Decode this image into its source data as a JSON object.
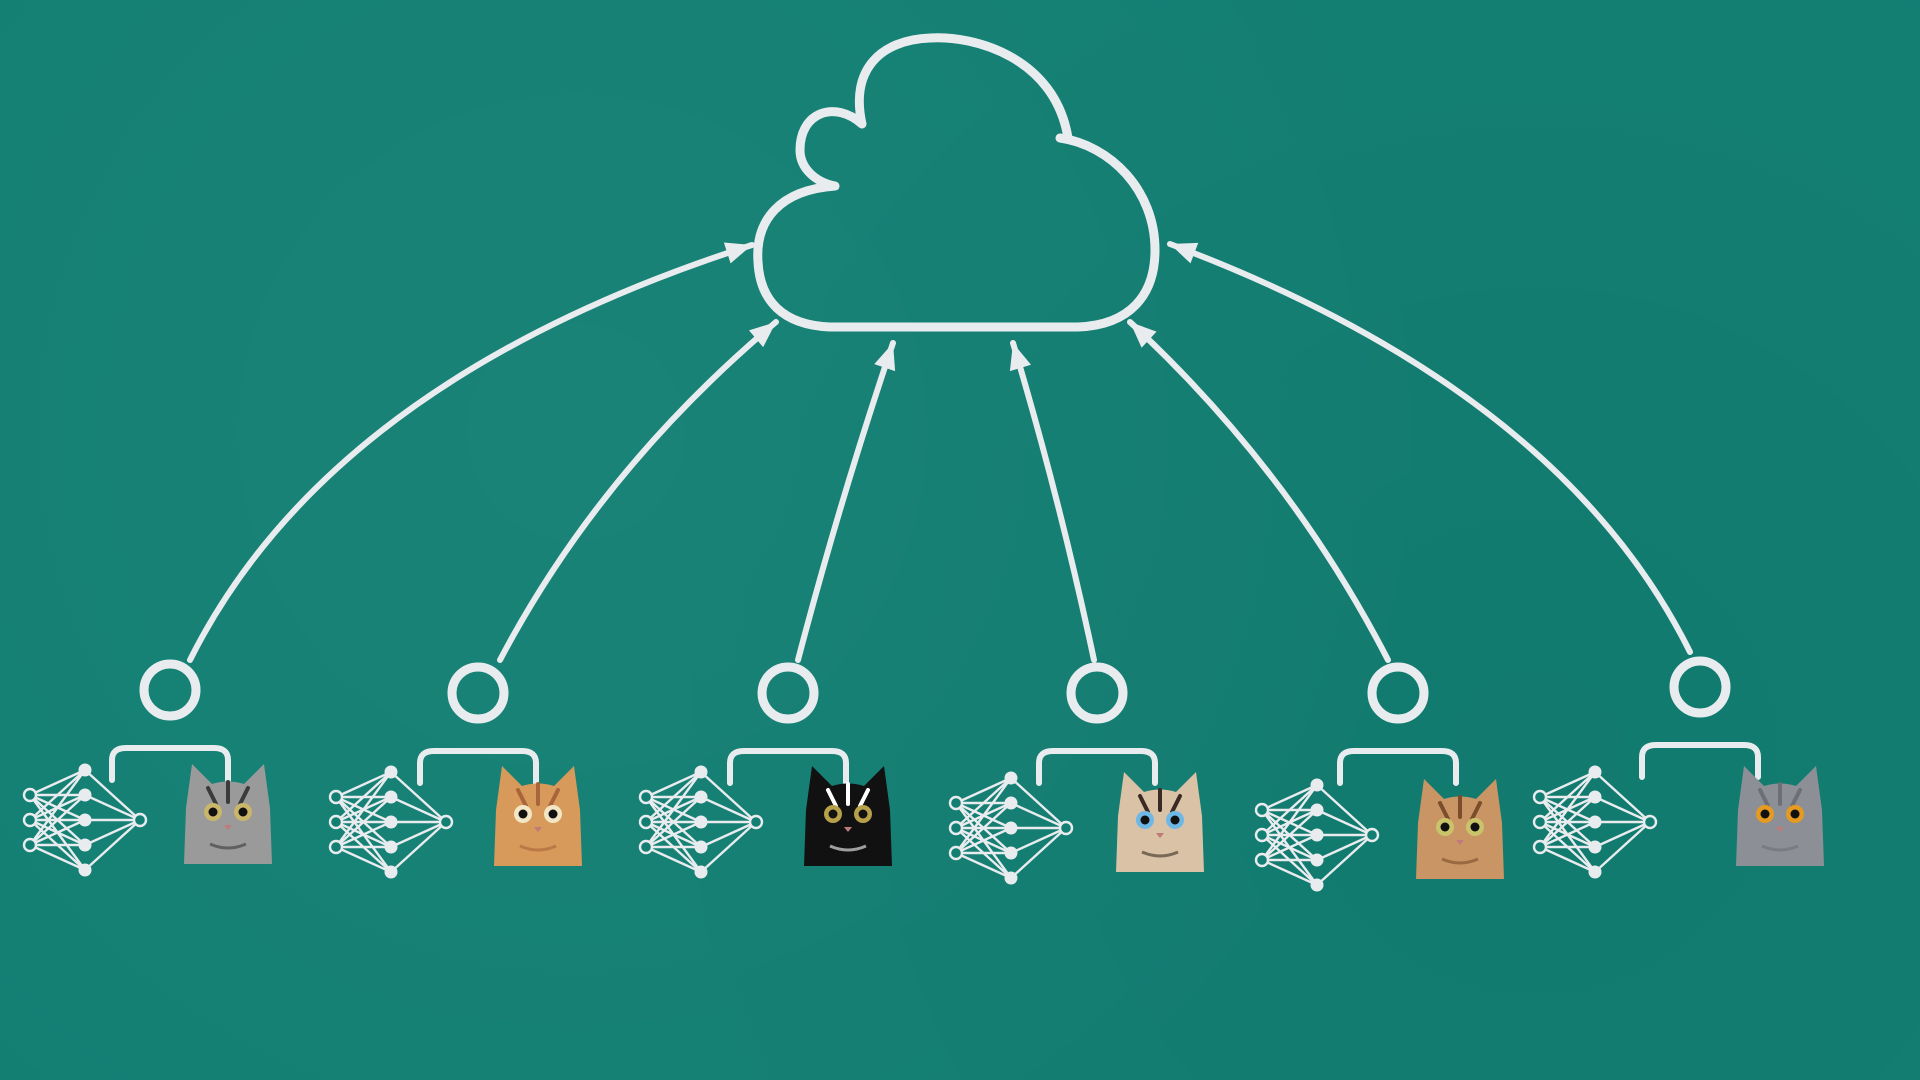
{
  "colors": {
    "background": "#137f73",
    "stroke": "#e9ecef"
  },
  "server": {
    "icon": "cloud-icon"
  },
  "clients": [
    {
      "id": 1,
      "icon": "user-icon",
      "model_icon": "neural-network-icon",
      "cat": "silver-tabby-cat-photo"
    },
    {
      "id": 2,
      "icon": "user-icon",
      "model_icon": "neural-network-icon",
      "cat": "orange-tabby-cat-photo"
    },
    {
      "id": 3,
      "icon": "user-icon",
      "model_icon": "neural-network-icon",
      "cat": "black-white-cat-photo"
    },
    {
      "id": 4,
      "icon": "user-icon",
      "model_icon": "neural-network-icon",
      "cat": "siamese-cat-photo"
    },
    {
      "id": 5,
      "icon": "user-icon",
      "model_icon": "neural-network-icon",
      "cat": "tabby-cat-photo"
    },
    {
      "id": 6,
      "icon": "user-icon",
      "model_icon": "neural-network-icon",
      "cat": "grey-british-shorthair-cat-photo"
    }
  ]
}
